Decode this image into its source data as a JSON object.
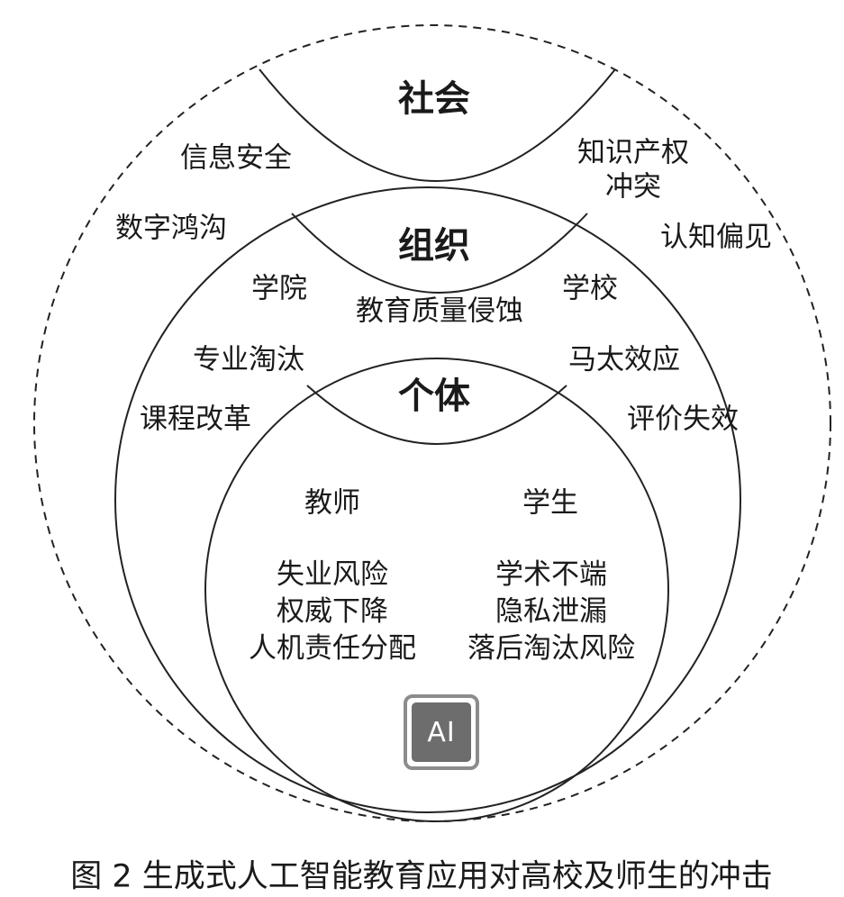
{
  "diagram": {
    "layers": {
      "society": {
        "title": "社会",
        "left_items": [
          "信息安全",
          "数字鸿沟"
        ],
        "right_items": [
          "知识产权",
          "冲突",
          "认知偏见"
        ]
      },
      "organization": {
        "title": "组织",
        "center_item": "教育质量侵蚀",
        "left_items": [
          "学院",
          "专业淘汰",
          "课程改革"
        ],
        "right_items": [
          "学校",
          "马太效应",
          "评价失效"
        ]
      },
      "individual": {
        "title": "个体",
        "teacher": {
          "heading": "教师",
          "items": [
            "失业风险",
            "权威下降",
            "人机责任分配"
          ]
        },
        "student": {
          "heading": "学生",
          "items": [
            "学术不端",
            "隐私泄漏",
            "落后淘汰风险"
          ]
        }
      }
    },
    "ai_badge": {
      "label": "AI",
      "icon": "ai-chip-icon",
      "colors": {
        "frame": "#8c8c8c",
        "fill": "#6d6d6d",
        "text": "#ffffff"
      }
    },
    "caption": "图 2 生成式人工智能教育应用对高校及师生的冲击"
  }
}
